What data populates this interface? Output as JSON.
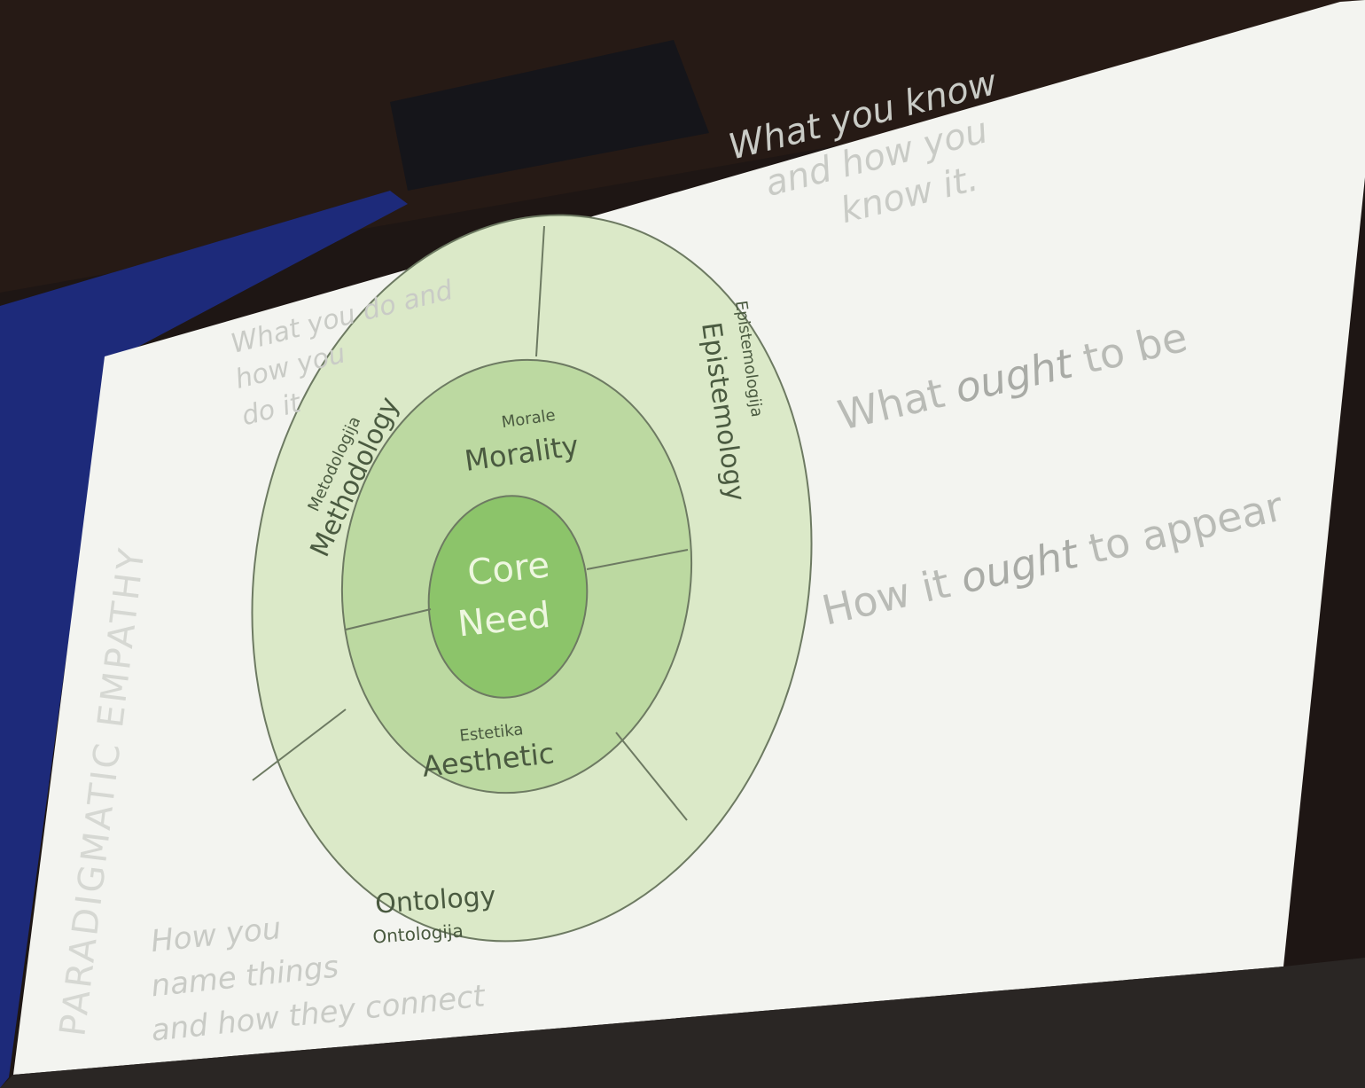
{
  "slide": {
    "side_title": "PARADIGMATIC EMPATHY",
    "core": {
      "line1": "Core",
      "line2": "Need"
    },
    "inner_segments": {
      "morality": {
        "native": "Morale",
        "english": "Morality"
      },
      "aesthetic": {
        "native": "Estetika",
        "english": "Aesthetic"
      }
    },
    "outer_segments": {
      "methodology": {
        "native": "Metodologija",
        "english": "Methodology"
      },
      "epistemology": {
        "native": "Epistemologija",
        "english": "Epistemology"
      },
      "ontology": {
        "native": "Ontologija",
        "english": "Ontology"
      }
    },
    "annotations": {
      "methodology": [
        "What you do and",
        "how you",
        "do it"
      ],
      "epistemology": [
        "What you know",
        "and how you",
        "know it."
      ],
      "ontology": [
        "How you",
        "name things",
        "and how they connect"
      ],
      "morality": {
        "prefix": "What ",
        "emphasis": "ought",
        "suffix": " to be"
      },
      "aesthetic": {
        "prefix": "How it ",
        "emphasis": "ought",
        "suffix": " to appear"
      }
    },
    "colors": {
      "outer_ring": "#dbe9c8",
      "middle_ring": "#bcd9a1",
      "core": "#8cc46a",
      "outline": "#6d7a62",
      "slide_bg": "#f3f4f0",
      "frame": "#1d2a7a"
    }
  }
}
